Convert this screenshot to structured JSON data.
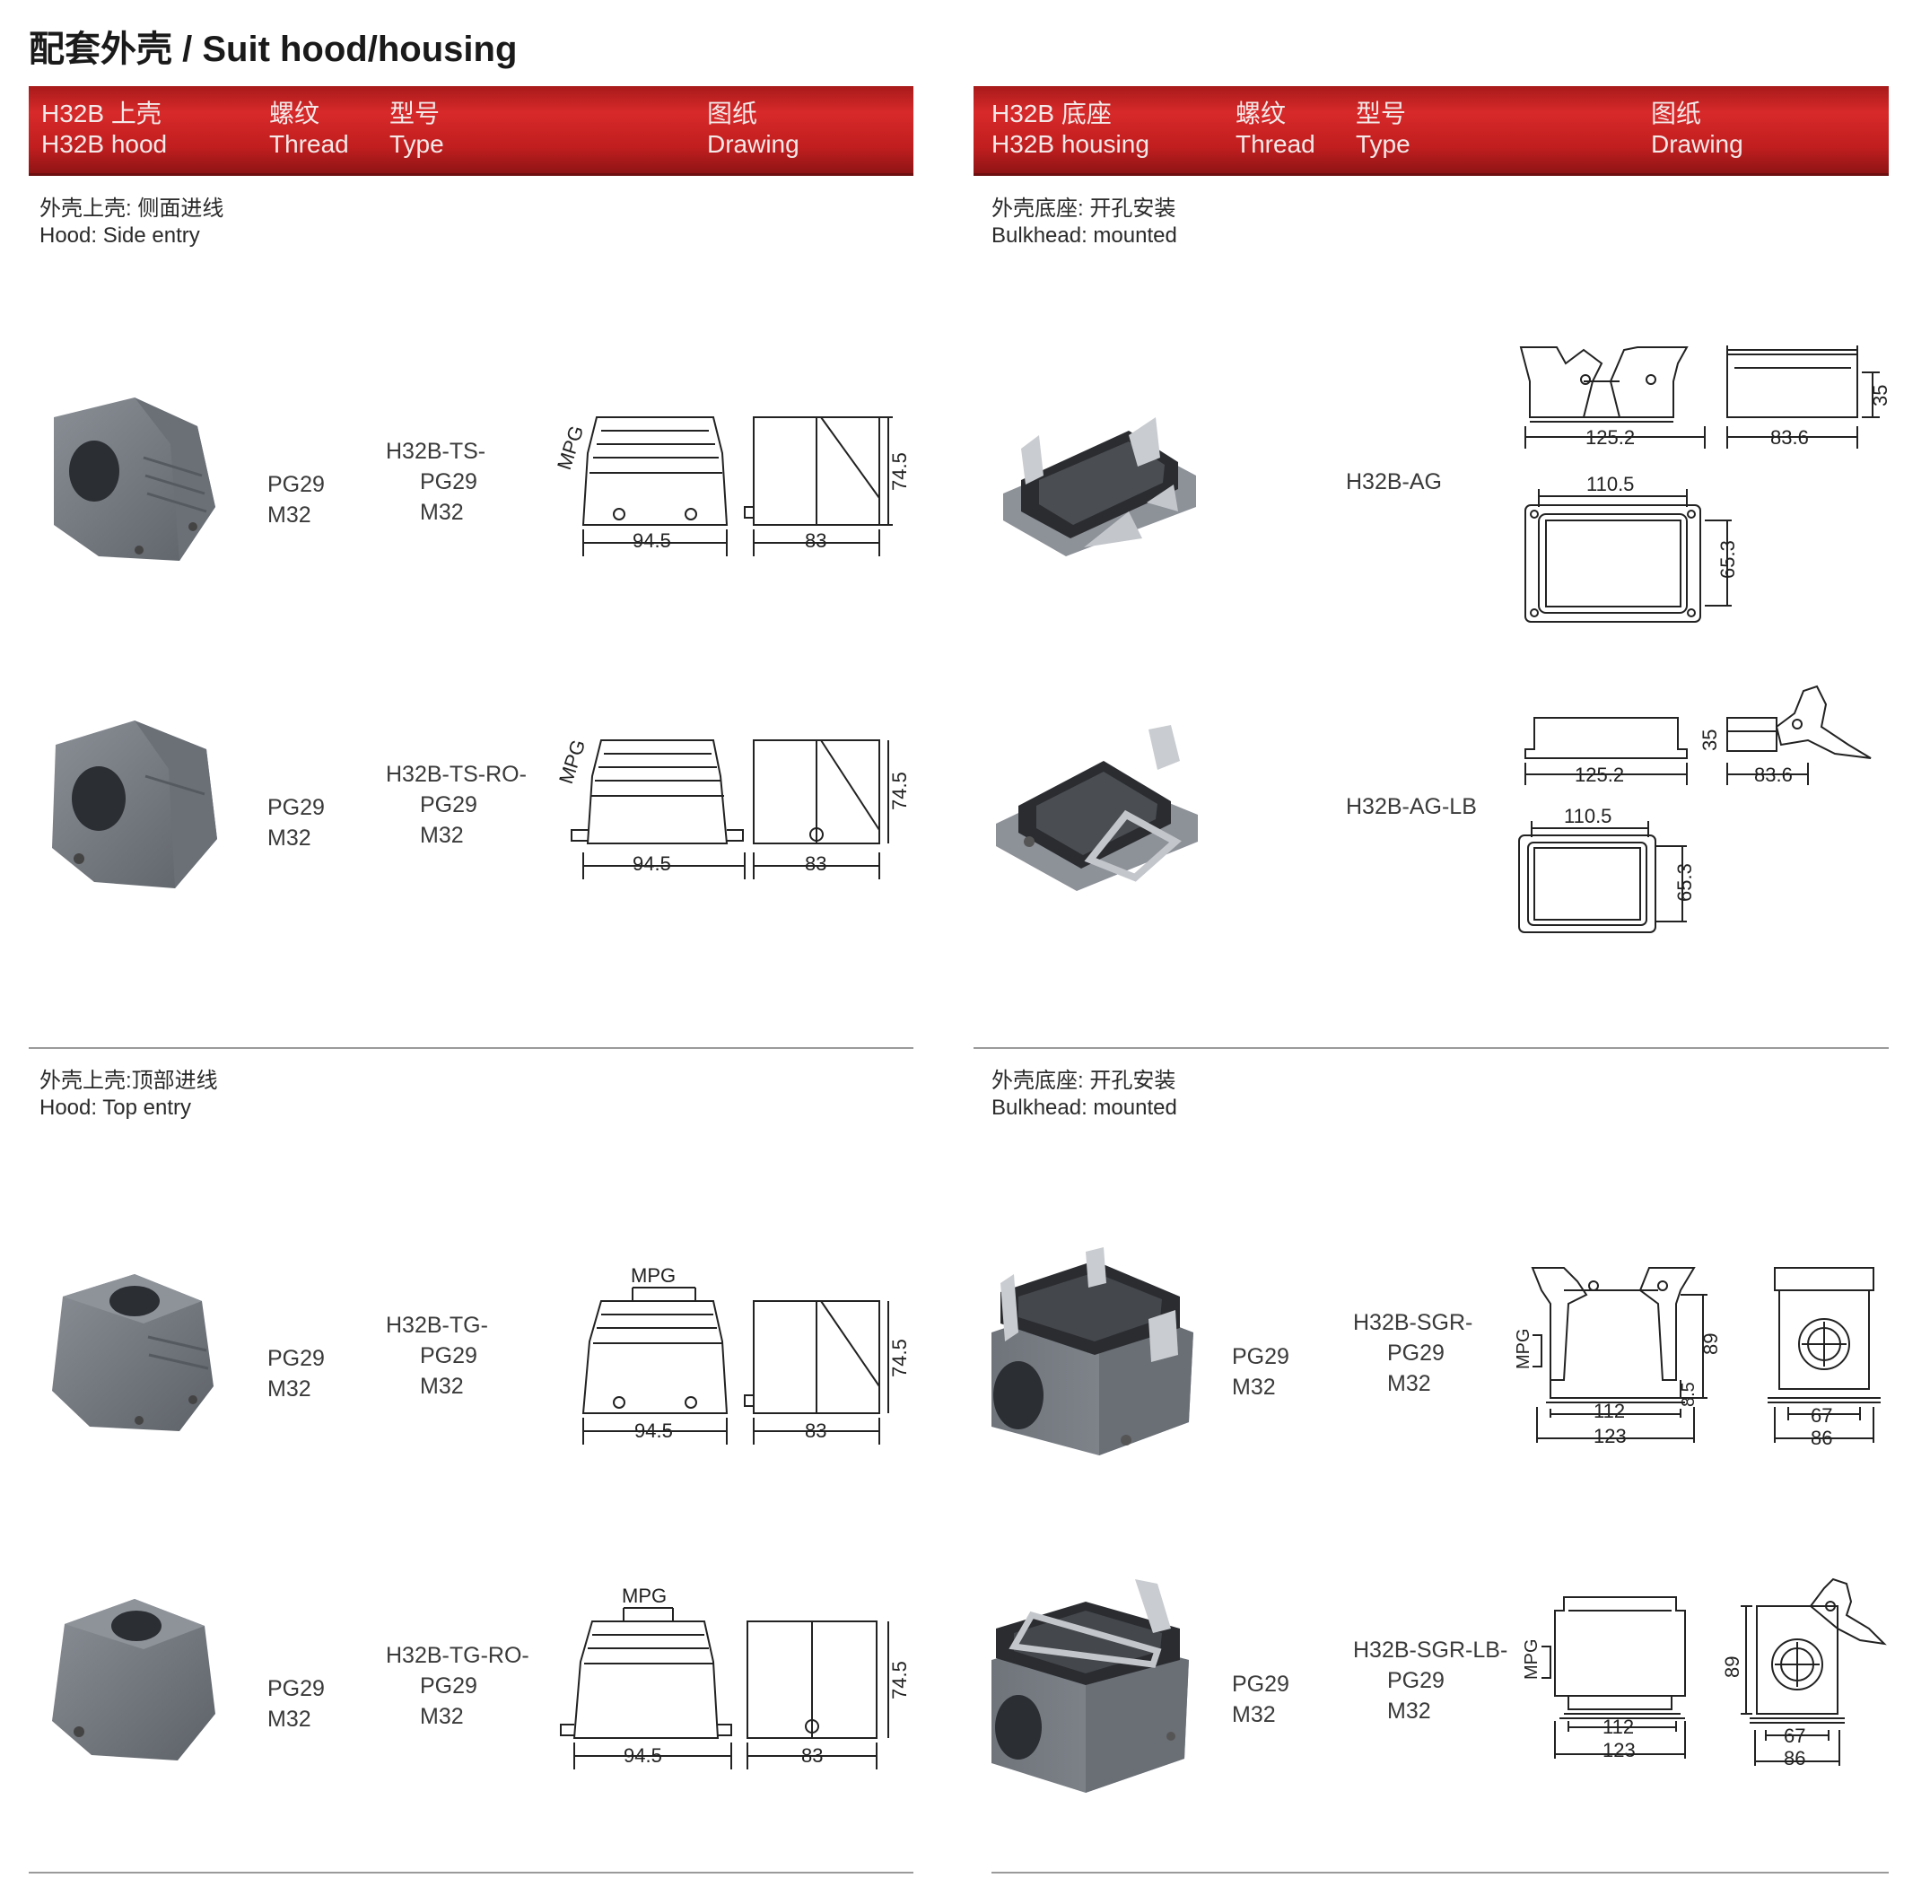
{
  "page_title": "配套外壳 / Suit hood/housing",
  "left_header": {
    "product_cn": "H32B 上壳",
    "product_en": "H32B hood",
    "thread_cn": "螺纹",
    "thread_en": "Thread",
    "type_cn": "型号",
    "type_en": "Type",
    "drawing_cn": "图纸",
    "drawing_en": "Drawing"
  },
  "right_header": {
    "product_cn": "H32B 底座",
    "product_en": "H32B housing",
    "thread_cn": "螺纹",
    "thread_en": "Thread",
    "type_cn": "型号",
    "type_en": "Type",
    "drawing_cn": "图纸",
    "drawing_en": "Drawing"
  },
  "sections": [
    {
      "cn": "外壳上壳: 侧面进线",
      "en": "Hood: Side entry"
    },
    {
      "cn": "外壳底座: 开孔安装",
      "en": "Bulkhead: mounted"
    },
    {
      "cn": "外壳上壳:顶部进线",
      "en": "Hood: Top entry"
    },
    {
      "cn": "外壳底座: 开孔安装",
      "en": "Bulkhead: mounted"
    }
  ],
  "products": [
    {
      "type": "H32B-TS-",
      "threads": [
        "PG29",
        "M32"
      ],
      "type_threads": [
        "PG29",
        "M32"
      ]
    },
    {
      "type": "H32B-TS-RO-",
      "threads": [
        "PG29",
        "M32"
      ],
      "type_threads": [
        "PG29",
        "M32"
      ]
    },
    {
      "type": "H32B-AG"
    },
    {
      "type": "H32B-AG-LB"
    },
    {
      "type": "H32B-TG-",
      "threads": [
        "PG29",
        "M32"
      ],
      "type_threads": [
        "PG29",
        "M32"
      ]
    },
    {
      "type": "H32B-TG-RO-",
      "threads": [
        "PG29",
        "M32"
      ],
      "type_threads": [
        "PG29",
        "M32"
      ]
    },
    {
      "type": "H32B-SGR-",
      "threads": [
        "PG29",
        "M32"
      ],
      "type_threads": [
        "PG29",
        "M32"
      ]
    },
    {
      "type": "H32B-SGR-LB-",
      "threads": [
        "PG29",
        "M32"
      ],
      "type_threads": [
        "PG29",
        "M32"
      ]
    }
  ],
  "dims": {
    "hood_width": "94.5",
    "hood_depth": "83",
    "hood_height": "74.5",
    "mpg": "MPG",
    "ag_w1": "125.2",
    "ag_w2": "83.6",
    "ag_h": "35",
    "ag_w3": "110.5",
    "ag_h2": "65.3",
    "sgr_w1": "112",
    "sgr_w2": "123",
    "sgr_h": "89",
    "sgr_b": "8.5",
    "sgr_d1": "67",
    "sgr_d2": "86"
  }
}
